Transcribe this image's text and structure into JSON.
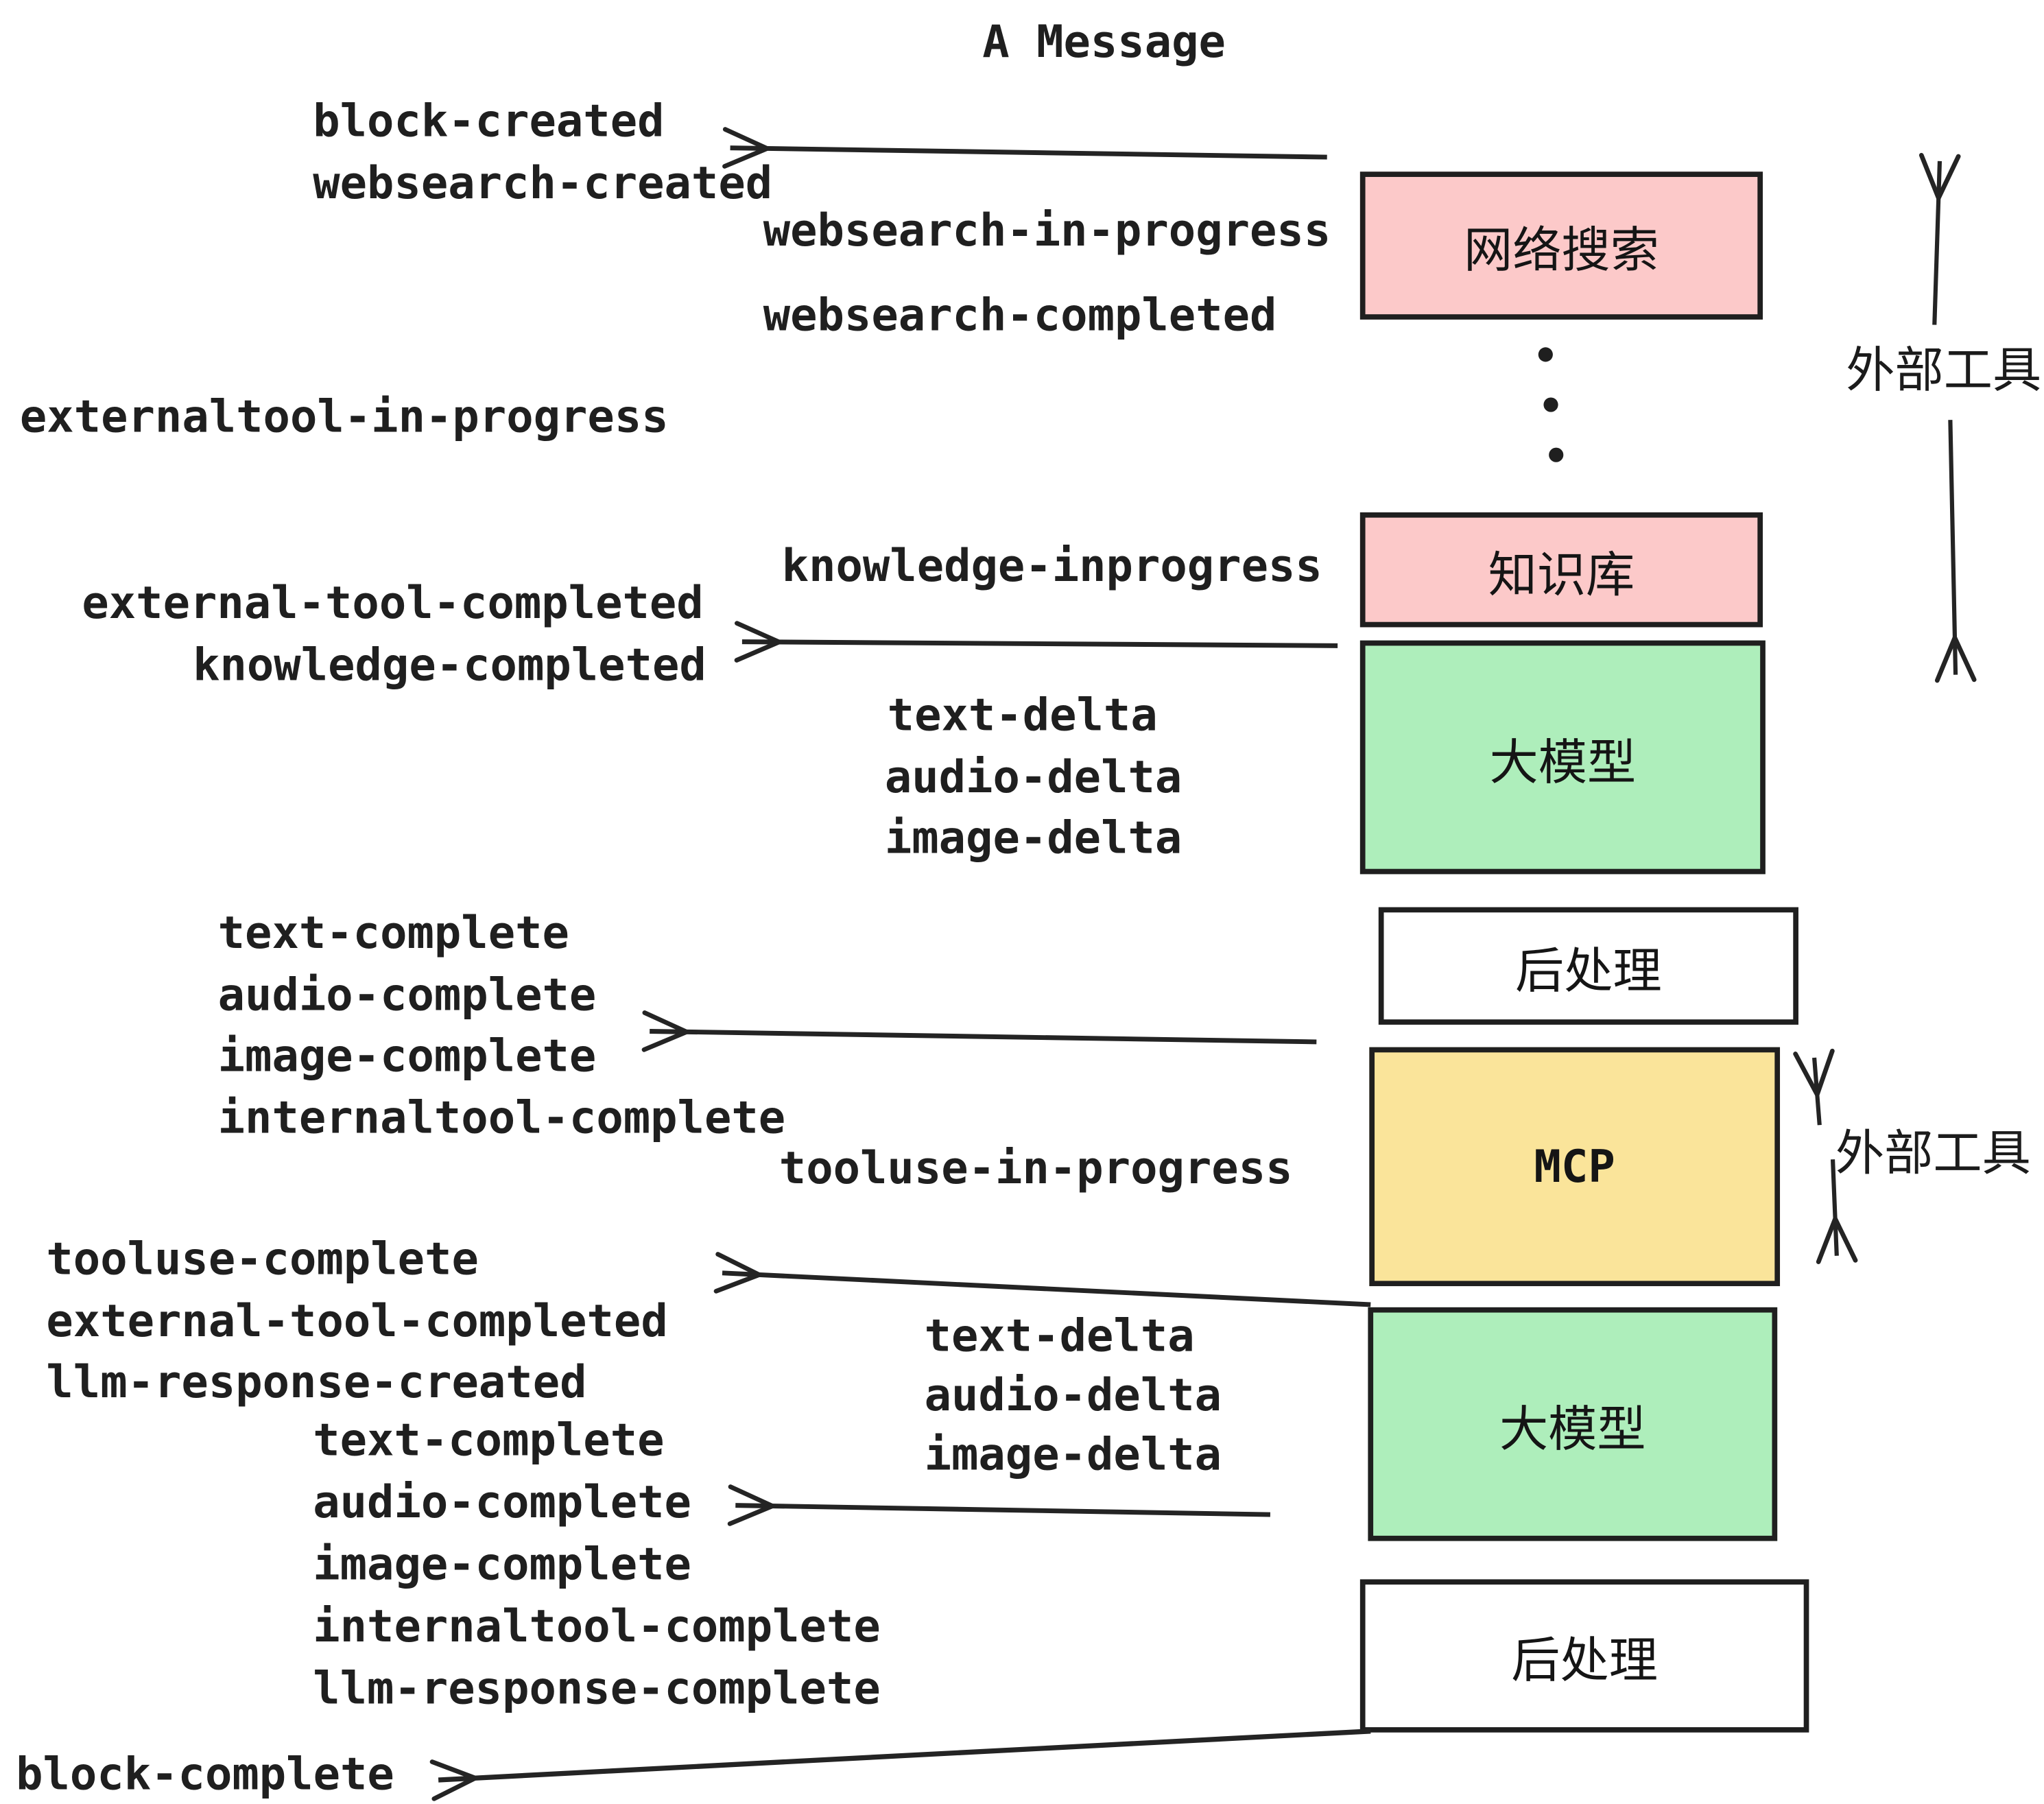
{
  "title": "A Message",
  "colors": {
    "ink": "#1f1f1f",
    "arrow": "#242424",
    "pink": "#fcc9c9",
    "green": "#aeeebb",
    "yellow": "#fae49a",
    "boxwhite": "#ffffff"
  },
  "boxes": [
    {
      "id": "websearch",
      "label": "网络搜索",
      "color": "pink"
    },
    {
      "id": "knowledge",
      "label": "知识库",
      "color": "pink"
    },
    {
      "id": "llm-1",
      "label": "大模型",
      "color": "green"
    },
    {
      "id": "postprocess-1",
      "label": "后处理",
      "color": "white"
    },
    {
      "id": "mcp",
      "label": "MCP",
      "color": "yellow"
    },
    {
      "id": "llm-2",
      "label": "大模型",
      "color": "green"
    },
    {
      "id": "postprocess-2",
      "label": "后处理",
      "color": "white"
    }
  ],
  "side_labels": [
    {
      "label": "外部工具"
    },
    {
      "label": "外部工具"
    }
  ],
  "events": [
    {
      "label": "block-created"
    },
    {
      "label": "websearch-created"
    },
    {
      "label": "websearch-in-progress"
    },
    {
      "label": "websearch-completed"
    },
    {
      "label": "externaltool-in-progress"
    },
    {
      "label": "knowledge-inprogress"
    },
    {
      "label": "external-tool-completed"
    },
    {
      "label": "knowledge-completed"
    },
    {
      "label": "text-delta"
    },
    {
      "label": "audio-delta"
    },
    {
      "label": "image-delta"
    },
    {
      "label": "text-complete"
    },
    {
      "label": "audio-complete"
    },
    {
      "label": "image-complete"
    },
    {
      "label": "internaltool-complete"
    },
    {
      "label": "tooluse-in-progress"
    },
    {
      "label": "tooluse-complete"
    },
    {
      "label": "external-tool-completed"
    },
    {
      "label": "llm-response-created"
    },
    {
      "label": "text-complete"
    },
    {
      "label": "audio-complete"
    },
    {
      "label": "image-complete"
    },
    {
      "label": "internaltool-complete"
    },
    {
      "label": "llm-response-complete"
    },
    {
      "label": "block-complete"
    },
    {
      "label": "text-delta"
    },
    {
      "label": "audio-delta"
    },
    {
      "label": "image-delta"
    }
  ]
}
